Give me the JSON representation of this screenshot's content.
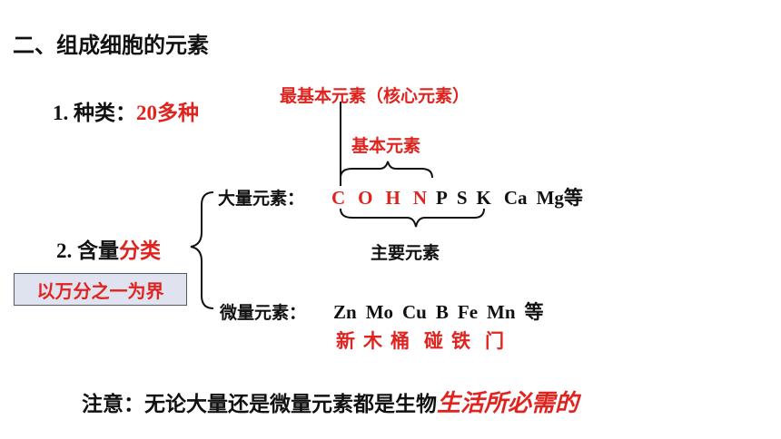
{
  "title": "二、组成细胞的元素",
  "kinds": {
    "label": "1. 种类：",
    "value": "20多种"
  },
  "most_basic": "最基本元素（核心元素）",
  "basic": "基本元素",
  "main_elements": "主要元素",
  "content": {
    "label": "2. 含量",
    "emph": "分类"
  },
  "boundary": "以万分之一为界",
  "macro": {
    "label": "大量元素：",
    "elements": [
      "C",
      "O",
      "H",
      "N",
      "P",
      "S",
      "K",
      "Ca",
      "Mg等"
    ]
  },
  "micro": {
    "label": "微量元素：",
    "elements": [
      "Zn",
      "Mo",
      "Cu",
      "B",
      "Fe",
      "Mn",
      "等"
    ],
    "mnemonic": [
      "新",
      "木",
      "桶",
      "碰",
      "铁",
      "门"
    ]
  },
  "note": {
    "text": "注意：无论大量还是微量元素都是生物",
    "emph": "生活所必需的"
  },
  "colors": {
    "accent": "#e0231e",
    "box_fill": "#dfe3f0"
  }
}
